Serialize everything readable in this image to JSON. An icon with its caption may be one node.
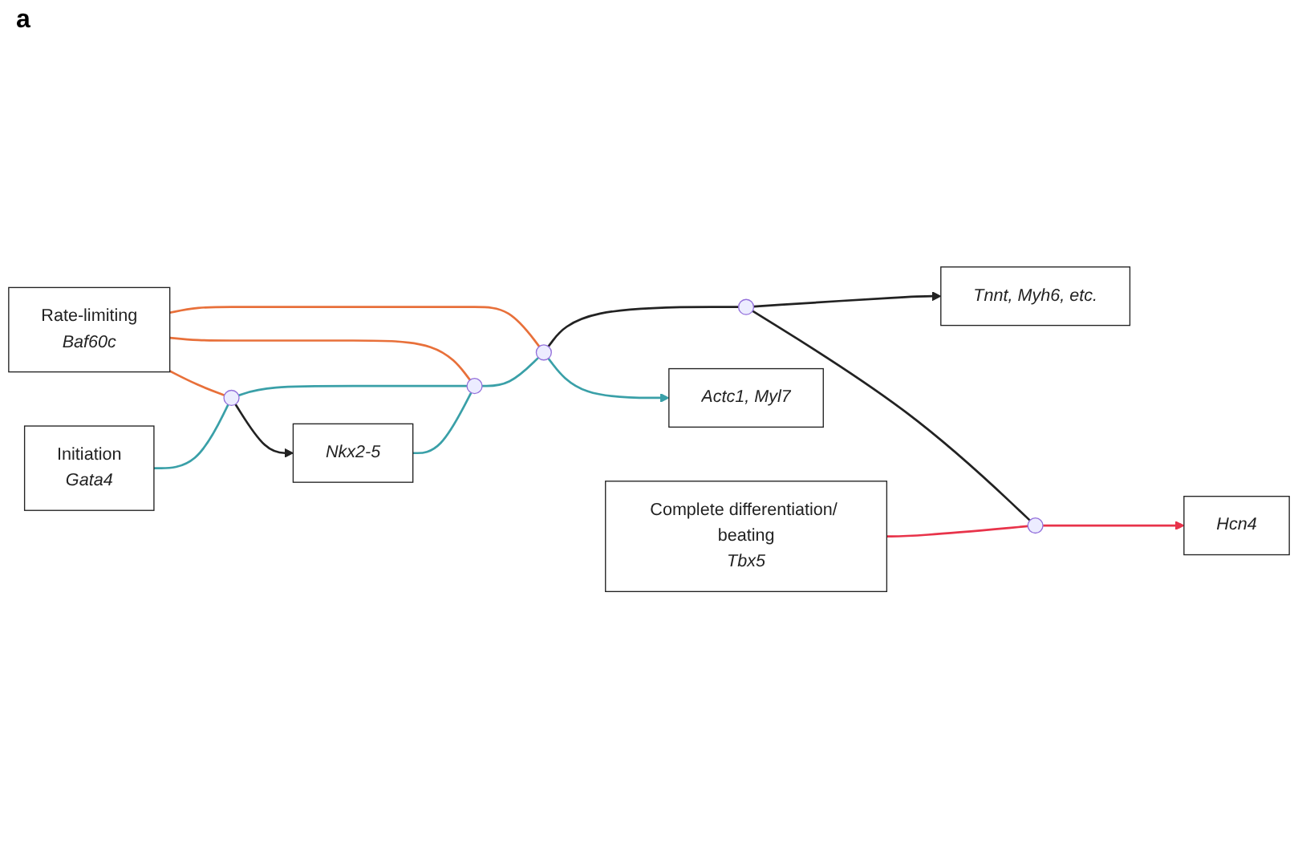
{
  "diagram": {
    "nodes": [
      {
        "text": [
          "Rate-limiting",
          "Baf60c"
        ]
      },
      {
        "text": [
          "Initiation",
          "Gata4"
        ]
      },
      {
        "text": [
          "Nkx2-5"
        ]
      },
      {
        "text": [
          "Complete differentiation/ beating",
          "Tbx5"
        ]
      },
      {
        "text": [
          "Actc1, Myl7"
        ]
      },
      {
        "text": [
          "Tnnt, Myh6, etc."
        ]
      },
      {
        "text": [
          "Hcn4"
        ]
      },
      {
        "text": [],
        "shape": "circle"
      },
      {
        "text": [],
        "shape": "circle"
      },
      {
        "text": [],
        "shape": "circle"
      },
      {
        "text": [],
        "shape": "circle"
      },
      {
        "text": [],
        "shape": "circle"
      }
    ],
    "edges": [
      {
        "from": 0,
        "to": 7,
        "arrow": "none",
        "color": "#e8703a"
      },
      {
        "from": 0,
        "to": 8,
        "arrow": "none",
        "color": "#e8703a"
      },
      {
        "from": 0,
        "to": 9,
        "arrow": "none",
        "color": "#e8703a"
      },
      {
        "from": 1,
        "to": 7,
        "arrow": "none",
        "color": "#3aa0a8"
      },
      {
        "from": 7,
        "to": 8,
        "arrow": "none",
        "color": "#3aa0a8"
      },
      {
        "from": 8,
        "to": 9,
        "arrow": "none",
        "color": "#3aa0a8"
      },
      {
        "from": 9,
        "to": 4,
        "arrow": "to",
        "color": "#3aa0a8"
      },
      {
        "from": 7,
        "to": 2,
        "arrow": "to",
        "color": "#222222"
      },
      {
        "from": 2,
        "to": 8,
        "arrow": "none",
        "color": "#3aa0a8"
      },
      {
        "from": 9,
        "to": 10,
        "arrow": "none",
        "color": "#222222"
      },
      {
        "from": 10,
        "to": 5,
        "arrow": "to",
        "color": "#222222"
      },
      {
        "from": 10,
        "to": 11,
        "arrow": "none",
        "color": "#222222"
      },
      {
        "from": 3,
        "to": 11,
        "arrow": "none",
        "color": "#e8334a"
      },
      {
        "from": 11,
        "to": 6,
        "arrow": "to",
        "color": "#e8334a"
      }
    ],
    "labels": [
      "a"
    ]
  }
}
